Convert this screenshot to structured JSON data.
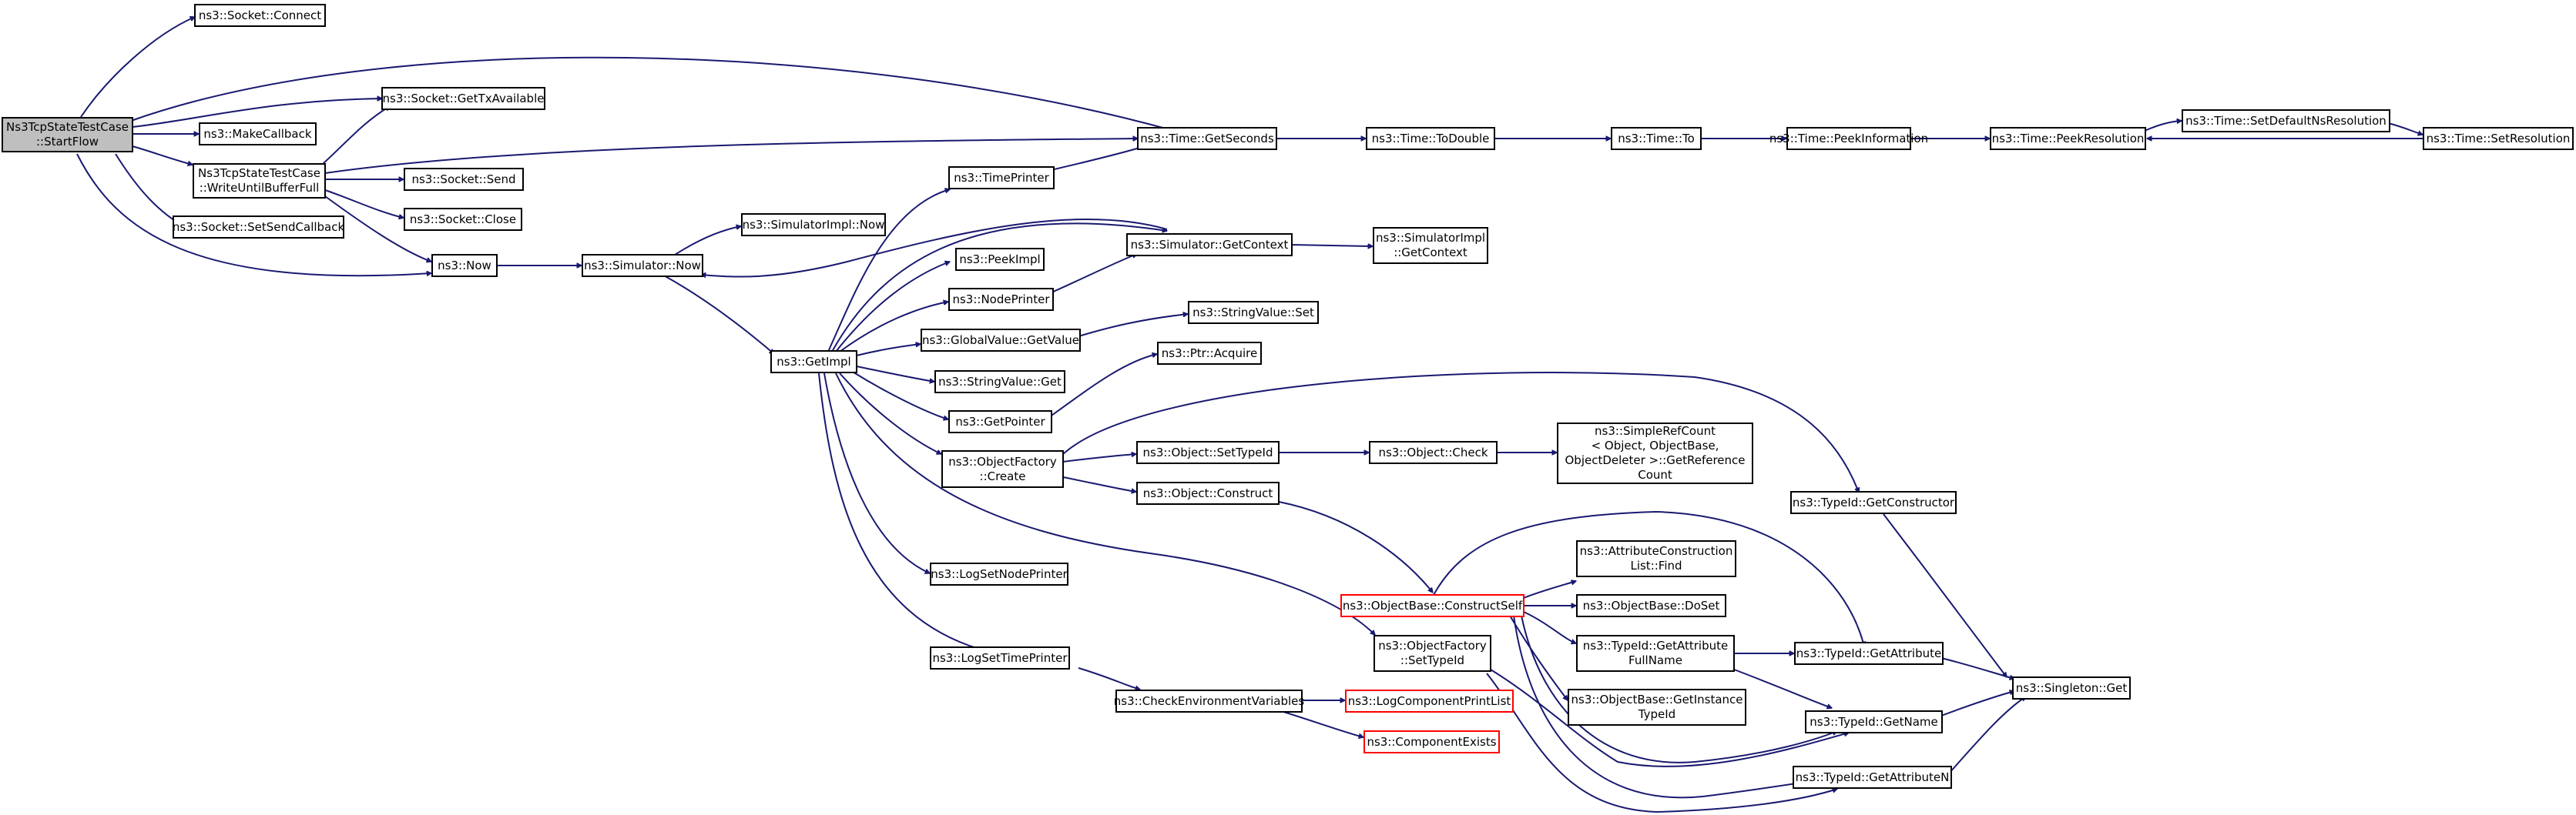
{
  "diagram": {
    "nodes": {
      "start_flow": [
        "Ns3TcpStateTestCase",
        "::StartFlow"
      ],
      "socket_connect": [
        "ns3::Socket::Connect"
      ],
      "socket_gettxavailable": [
        "ns3::Socket::GetTxAvailable"
      ],
      "make_callback": [
        "ns3::MakeCallback"
      ],
      "write_until_buffer_full": [
        "Ns3TcpStateTestCase",
        "::WriteUntilBufferFull"
      ],
      "socket_send": [
        "ns3::Socket::Send"
      ],
      "socket_close": [
        "ns3::Socket::Close"
      ],
      "socket_setsendcallback": [
        "ns3::Socket::SetSendCallback"
      ],
      "now": [
        "ns3::Now"
      ],
      "simulator_now": [
        "ns3::Simulator::Now"
      ],
      "simulatorimpl_now": [
        "ns3::SimulatorImpl::Now"
      ],
      "getimpl": [
        "ns3::GetImpl"
      ],
      "timeprinter": [
        "ns3::TimePrinter"
      ],
      "peekimpl": [
        "ns3::PeekImpl"
      ],
      "nodeprinter": [
        "ns3::NodePrinter"
      ],
      "globalvalue_getvalue": [
        "ns3::GlobalValue::GetValue"
      ],
      "stringvalue_get": [
        "ns3::StringValue::Get"
      ],
      "getpointer": [
        "ns3::GetPointer"
      ],
      "objectfactory_create": [
        "ns3::ObjectFactory",
        "::Create"
      ],
      "logsetnodeprinter": [
        "ns3::LogSetNodePrinter"
      ],
      "logsettimeprinter": [
        "ns3::LogSetTimePrinter"
      ],
      "time_getseconds": [
        "ns3::Time::GetSeconds"
      ],
      "time_todouble": [
        "ns3::Time::ToDouble"
      ],
      "time_to": [
        "ns3::Time::To"
      ],
      "time_peekinformation": [
        "ns3::Time::PeekInformation"
      ],
      "time_peekresolution": [
        "ns3::Time::PeekResolution"
      ],
      "time_setdefaultnsresolution": [
        "ns3::Time::SetDefaultNsResolution"
      ],
      "time_setresolution": [
        "ns3::Time::SetResolution"
      ],
      "simulator_getcontext": [
        "ns3::Simulator::GetContext"
      ],
      "simulatorimpl_getcontext": [
        "ns3::SimulatorImpl",
        "::GetContext"
      ],
      "stringvalue_set": [
        "ns3::StringValue::Set"
      ],
      "ptr_acquire": [
        "ns3::Ptr::Acquire"
      ],
      "object_settypeid": [
        "ns3::Object::SetTypeId"
      ],
      "object_check": [
        "ns3::Object::Check"
      ],
      "simplerefcount": [
        "ns3::SimpleRefCount",
        "< Object, ObjectBase,",
        " ObjectDeleter >::GetReference",
        "Count"
      ],
      "object_construct": [
        "ns3::Object::Construct"
      ],
      "typeid_getconstructor": [
        "ns3::TypeId::GetConstructor"
      ],
      "attributeconstructionlist_find": [
        "ns3::AttributeConstruction",
        "List::Find"
      ],
      "objectbase_constructself": [
        "ns3::ObjectBase::ConstructSelf"
      ],
      "objectbase_doset": [
        "ns3::ObjectBase::DoSet"
      ],
      "objectfactory_settypeid": [
        "ns3::ObjectFactory",
        "::SetTypeId"
      ],
      "typeid_getattributefullname": [
        "ns3::TypeId::GetAttribute",
        "FullName"
      ],
      "typeid_getattribute": [
        "ns3::TypeId::GetAttribute"
      ],
      "objectbase_getinstancetypeid": [
        "ns3::ObjectBase::GetInstance",
        "TypeId"
      ],
      "typeid_getname": [
        "ns3::TypeId::GetName"
      ],
      "singleton_get": [
        "ns3::Singleton::Get"
      ],
      "typeid_getattributen": [
        "ns3::TypeId::GetAttributeN"
      ],
      "checkenvironmentvariables": [
        "ns3::CheckEnvironmentVariables"
      ],
      "logcomponentprintlist": [
        "ns3::LogComponentPrintList"
      ],
      "componentexists": [
        "ns3::ComponentExists"
      ]
    },
    "colors": {
      "edge": "#191970",
      "root_fill": "#bfbfbf",
      "highlight_border": "#ff0000",
      "node_border": "#000000"
    }
  }
}
